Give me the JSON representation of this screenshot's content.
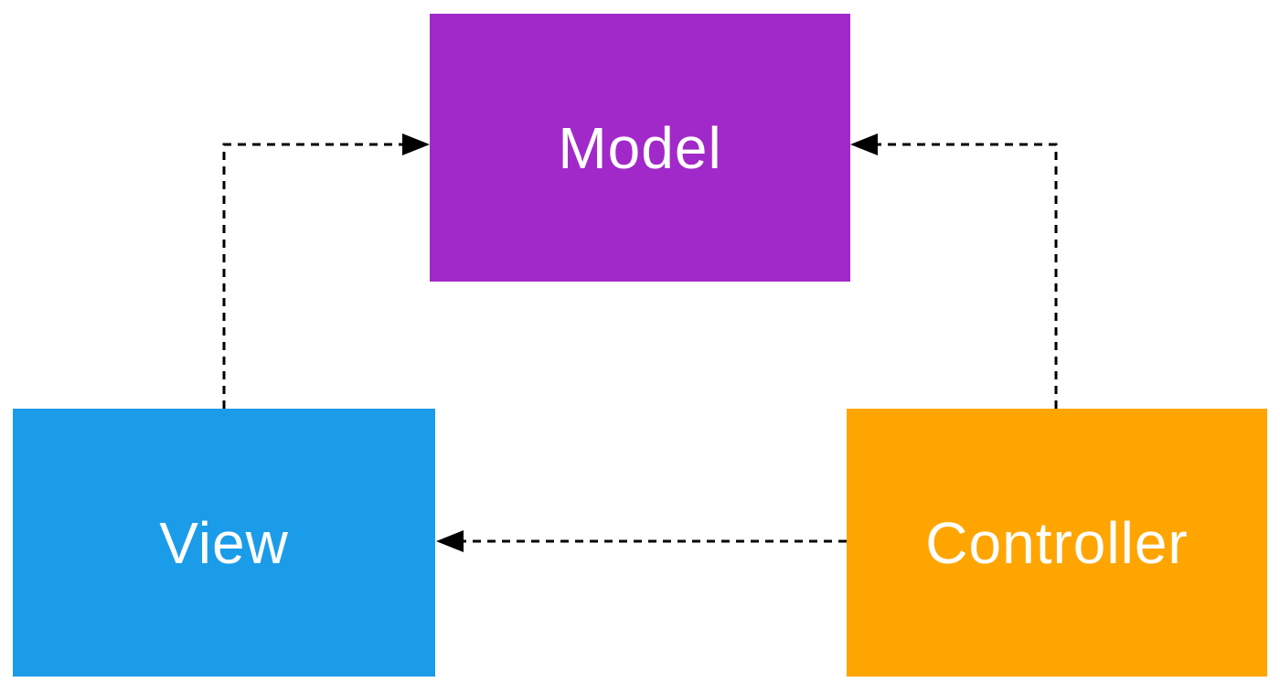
{
  "diagram": {
    "background": "#ffffff",
    "edge_color": "#000000",
    "nodes": [
      {
        "id": "model",
        "label": "Model",
        "color": "#a229c9"
      },
      {
        "id": "view",
        "label": "View",
        "color": "#1b9ce9"
      },
      {
        "id": "controller",
        "label": "Controller",
        "color": "#ffa502"
      }
    ],
    "edges": [
      {
        "from": "view",
        "to": "model",
        "style": "dashed"
      },
      {
        "from": "controller",
        "to": "model",
        "style": "dashed"
      },
      {
        "from": "controller",
        "to": "view",
        "style": "dashed"
      }
    ]
  }
}
